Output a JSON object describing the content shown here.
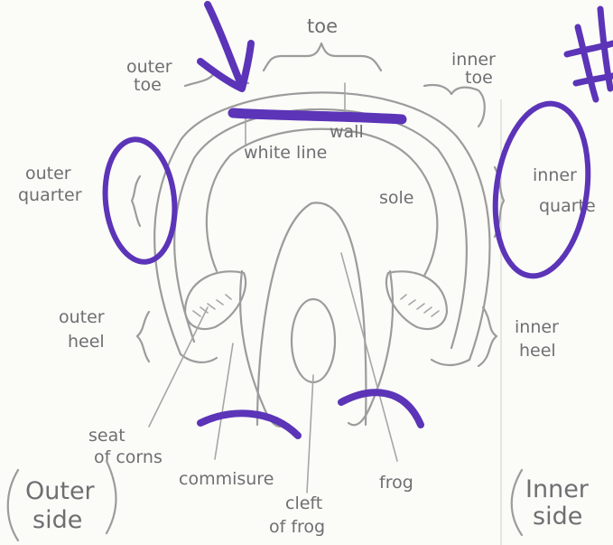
{
  "labels": {
    "toe": "toe",
    "outer_toe": [
      "outer",
      "toe"
    ],
    "inner_toe": [
      "inner",
      "toe"
    ],
    "wall": "wall",
    "white_line": "white line",
    "outer_quarter": [
      "outer",
      "quarter"
    ],
    "inner_quarter": [
      "inner",
      "quarte"
    ],
    "sole": "sole",
    "outer_heel": [
      "outer",
      "heel"
    ],
    "inner_heel": [
      "inner",
      "heel"
    ],
    "seat_of_corns": [
      "seat",
      "of corns"
    ],
    "commisure": "commisure",
    "frog": "frog",
    "cleft_of_frog": [
      "cleft",
      "of frog"
    ],
    "outer_side": [
      "Outer",
      "side"
    ],
    "inner_side": [
      "Inner",
      "side"
    ],
    "corner_mark": "#"
  },
  "colors": {
    "pencil": "#9c9c9c",
    "label_text": "#6f6f72",
    "marker": "#5b34b8",
    "paper": "#fbfbf8"
  }
}
